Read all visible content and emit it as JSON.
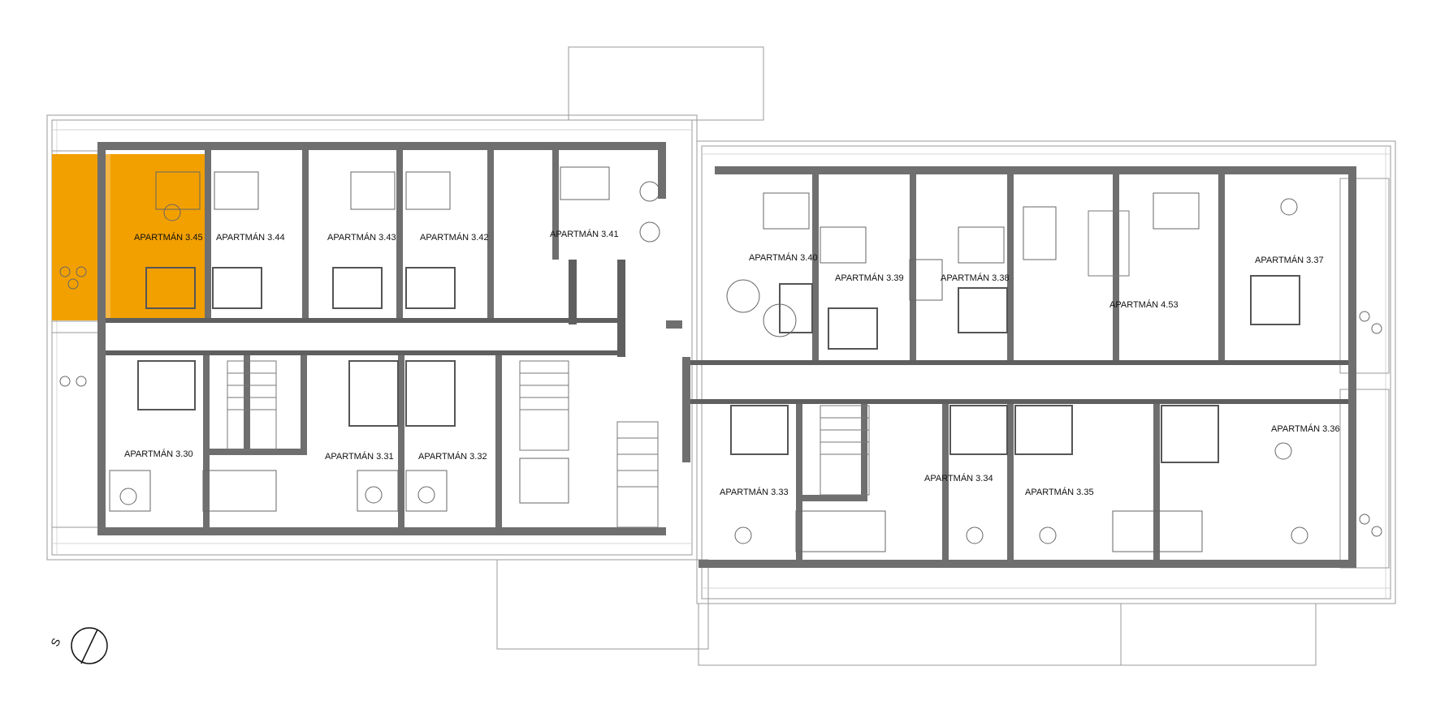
{
  "plan": {
    "highlighted_unit": "APARTMÁN 3.45",
    "highlight_color": "#f2a000",
    "wall_color": "#6f6f6f",
    "apartments": [
      {
        "id": "3.45",
        "label": "APARTMÁN 3.45",
        "highlighted": true
      },
      {
        "id": "3.44",
        "label": "APARTMÁN 3.44"
      },
      {
        "id": "3.43",
        "label": "APARTMÁN 3.43"
      },
      {
        "id": "3.42",
        "label": "APARTMÁN 3.42"
      },
      {
        "id": "3.41",
        "label": "APARTMÁN 3.41"
      },
      {
        "id": "3.40",
        "label": "APARTMÁN 3.40"
      },
      {
        "id": "3.39",
        "label": "APARTMÁN 3.39"
      },
      {
        "id": "3.38",
        "label": "APARTMÁN 3.38"
      },
      {
        "id": "4.53",
        "label": "APARTMÁN 4.53"
      },
      {
        "id": "3.37",
        "label": "APARTMÁN 3.37"
      },
      {
        "id": "3.30",
        "label": "APARTMÁN 3.30"
      },
      {
        "id": "3.31",
        "label": "APARTMÁN 3.31"
      },
      {
        "id": "3.32",
        "label": "APARTMÁN 3.32"
      },
      {
        "id": "3.33",
        "label": "APARTMÁN 3.33"
      },
      {
        "id": "3.34",
        "label": "APARTMÁN 3.34"
      },
      {
        "id": "3.35",
        "label": "APARTMÁN 3.35"
      },
      {
        "id": "3.36",
        "label": "APARTMÁN 3.36"
      }
    ],
    "north_arrow": {
      "letter": "S",
      "icon": "north-arrow-icon"
    }
  }
}
